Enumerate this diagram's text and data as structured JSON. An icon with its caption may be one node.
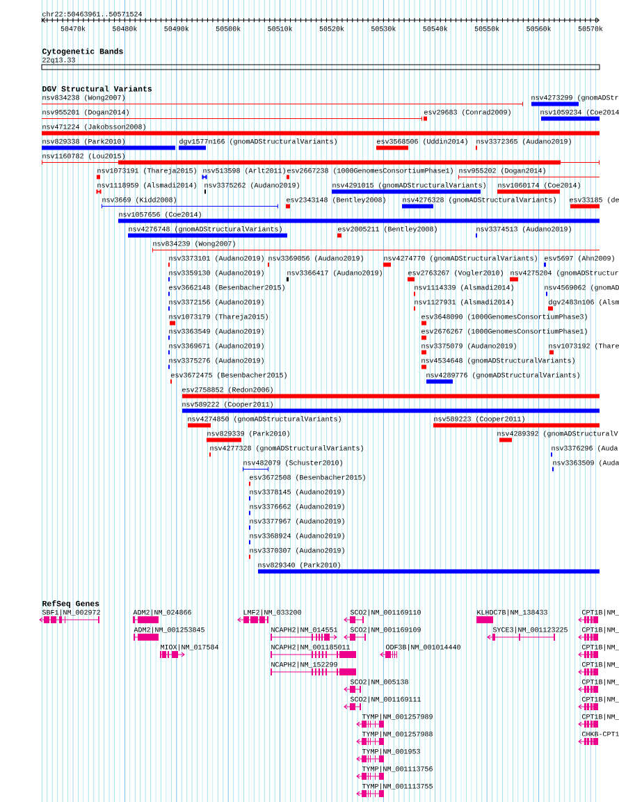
{
  "diagram": {
    "labels": [
      "chr22:50463961..50571524",
      "50470k",
      "50480k",
      "50490k",
      "50500k",
      "50510k",
      "50520k",
      "50530k",
      "50540k",
      "50550k",
      "50560k",
      "50570k",
      "Cytogenetic Bands",
      "22q13.33",
      "DGV Structural Variants",
      "nsv834238 (Wong2007)",
      "nsv4273299 (gnomADStr",
      "nsv955201 (Dogan2014)",
      "esv29683 (Conrad2009)",
      "nsv1059234 (Coe2014",
      "nsv471224 (Jakobsson2008)",
      "nsv829338 (Park2010)",
      "dgv1577n166 (gnomADStructuralVariants)",
      "esv3568506 (Uddin2014)",
      "nsv3372365 (Audano2019)",
      "nsv1160782 (Lou2015)",
      "nsv1073191 (Thareja2015)",
      "nsv513598 (Arlt2011)",
      "esv2667238 (1000GenomesConsortiumPhase1)",
      "nsv955202 (Dogan2014)",
      "nsv1118959 (Alsmadi2014)",
      "nsv3375262 (Audano2019)",
      "nsv4291015 (gnomADStructuralVariants)",
      "nsv1060174 (Coe2014)",
      "nsv3669 (Kidd2008)",
      "esv2343148 (Bentley2008)",
      "nsv4276328 (gnomADStructuralVariants)",
      "esv33185 (de",
      "nsv1057656 (Coe2014)",
      "nsv4276748 (gnomADStructuralVariants)",
      "esv2005211 (Bentley2008)",
      "nsv3374513 (Audano2019)",
      "nsv834239 (Wong2007)",
      "nsv3373101 (Audano2019)",
      "nsv3369056 (Audano2019)",
      "nsv4274770 (gnomADStructuralVariants)",
      "esv5697 (Ahn2009)",
      "nsv3359130 (Audano2019)",
      "nsv3366417 (Audano2019)",
      "esv2763267 (Vogler2010)",
      "nsv4275204 (gnomADStructur",
      "esv3662148 (Besenbacher2015)",
      "nsv1114339 (Alsmadi2014)",
      "nsv4569062 (gnomAD",
      "nsv3372156 (Audano2019)",
      "nsv1127931 (Alsmadi2014)",
      "dgv2483n106 (Alsm",
      "nsv1073179 (Thareja2015)",
      "esv3648090 (1000GenomesConsortiumPhase3)",
      "nsv3363549 (Audano2019)",
      "esv2676267 (1000GenomesConsortiumPhase1)",
      "nsv3369671 (Audano2019)",
      "nsv3375079 (Audano2019)",
      "nsv1073192 (Thare",
      "nsv3375276 (Audano2019)",
      "nsv4534648 (gnomADStructuralVariants)",
      "esv3672475 (Besenbacher2015)",
      "nsv4289776 (gnomADStructuralVariants)",
      "esv2758852 (Redon2006)",
      "nsv589222 (Cooper2011)",
      "nsv4274850 (gnomADStructuralVariants)",
      "nsv589223 (Cooper2011)",
      "nsv829339 (Park2010)",
      "nsv4289392 (gnomADStructuralV",
      "nsv4277328 (gnomADStructuralVariants)",
      "nsv3376296 (Auda",
      "nsv482079 (Schuster2010)",
      "nsv3363509 (Auda",
      "esv3672508 (Besenbacher2015)",
      "nsv3378145 (Audano2019)",
      "nsv3376662 (Audano2019)",
      "nsv3377967 (Audano2019)",
      "nsv3368924 (Audano2019)",
      "nsv3370307 (Audano2019)",
      "nsv829340 (Park2010)",
      "RefSeq Genes",
      "SBF1|NM_002972",
      "ADM2|NM_024866",
      "LMF2|NM_033200",
      "SCO2|NM_001169110",
      "KLHDC7B|NM_138433",
      "CPT1B|NM_",
      "ADM2|NM_001253845",
      "NCAPH2|NM_014551",
      "SCO2|NM_001169109",
      "SYCE3|NM_001123225",
      "CPT1B|NM_",
      "MIOX|NM_017584",
      "NCAPH2|NM_001185011",
      "ODF3B|NM_001014440",
      "CPT1B|NM_",
      "NCAPH2|NM_152299",
      "CPT1B|NM_",
      "SCO2|NM_005138",
      "CPT1B|NM_",
      "SCO2|NM_001169111",
      "CPT1B|NM_",
      "TYMP|NM_001257989",
      "CPT1B|NM_",
      "TYMP|NM_001257988",
      "CHKB-CPT1",
      "TYMP|NM_001953",
      "TYMP|NM_001113756",
      "TYMP|NM_001113755"
    ]
  }
}
